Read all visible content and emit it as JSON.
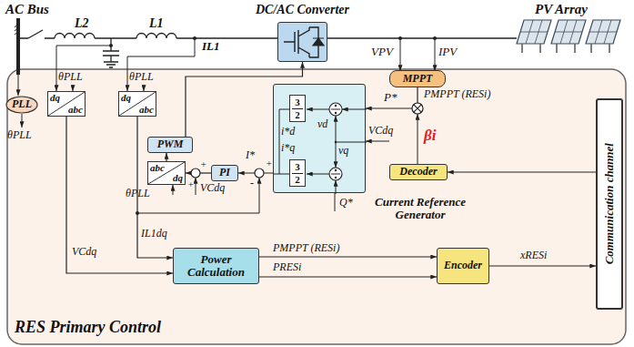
{
  "diagram": {
    "nodes": [
      {
        "text": [
          "RES Primary Control"
        ]
      },
      {
        "text": [
          "DC/AC Converter"
        ]
      },
      {
        "text": [
          "MPPT"
        ]
      },
      {
        "text": [
          "PLL"
        ],
        "in": 0
      },
      {
        "text": [
          "dq",
          "abc"
        ],
        "in": 0
      },
      {
        "text": [
          "dq",
          "abc"
        ],
        "in": 0
      },
      {
        "text": [
          "PWM"
        ],
        "in": 0
      },
      {
        "text": [
          "abc",
          "dq"
        ],
        "in": 0
      },
      {
        "text": [
          "PI"
        ],
        "in": 0
      },
      {
        "text": [
          "Current Reference Generator"
        ],
        "in": 0
      },
      {
        "text": [
          "3",
          "2"
        ],
        "in": 9
      },
      {
        "text": [
          "3",
          "2"
        ],
        "in": 9
      },
      {
        "text": [
          "Decoder"
        ],
        "in": 0
      },
      {
        "text": [
          "Communication channel"
        ],
        "in": 0
      },
      {
        "text": [
          "Power Calculation"
        ],
        "in": 0
      },
      {
        "text": [
          "Encoder"
        ],
        "in": 0
      }
    ],
    "edges": [
      {
        "from": 2,
        "to": 9,
        "arrow": "to"
      },
      {
        "from": 4,
        "to": 14,
        "arrow": "to"
      },
      {
        "from": 5,
        "to": 14,
        "arrow": "to"
      },
      {
        "from": 9,
        "to": 8,
        "arrow": "to"
      },
      {
        "from": 8,
        "to": 7,
        "arrow": "to"
      },
      {
        "from": 7,
        "to": 6,
        "arrow": "to"
      },
      {
        "from": 6,
        "to": 1,
        "arrow": "to"
      },
      {
        "from": 14,
        "to": 15,
        "label": "PMPPT (RESi)",
        "arrow": "to"
      },
      {
        "from": 14,
        "to": 15,
        "label": "PRESi",
        "arrow": "to"
      },
      {
        "from": 15,
        "to": 13,
        "label": "xRESi",
        "arrow": "to"
      },
      {
        "from": 13,
        "to": 12,
        "arrow": "to"
      }
    ],
    "labels": [
      "AC Bus",
      "L2",
      "L1",
      "IL1",
      "PV Array",
      "VPV",
      "IPV",
      "θPLL",
      "θPLL",
      "θPLL",
      "θPLL",
      "P*",
      "PMPPT (RESi)",
      "βi",
      "i*d",
      "i*q",
      "vd",
      "vq",
      "VCdq",
      "Q*",
      "I*",
      "+",
      "-",
      "+",
      "+",
      "VCdq",
      "VCdq",
      "IL1dq"
    ]
  }
}
